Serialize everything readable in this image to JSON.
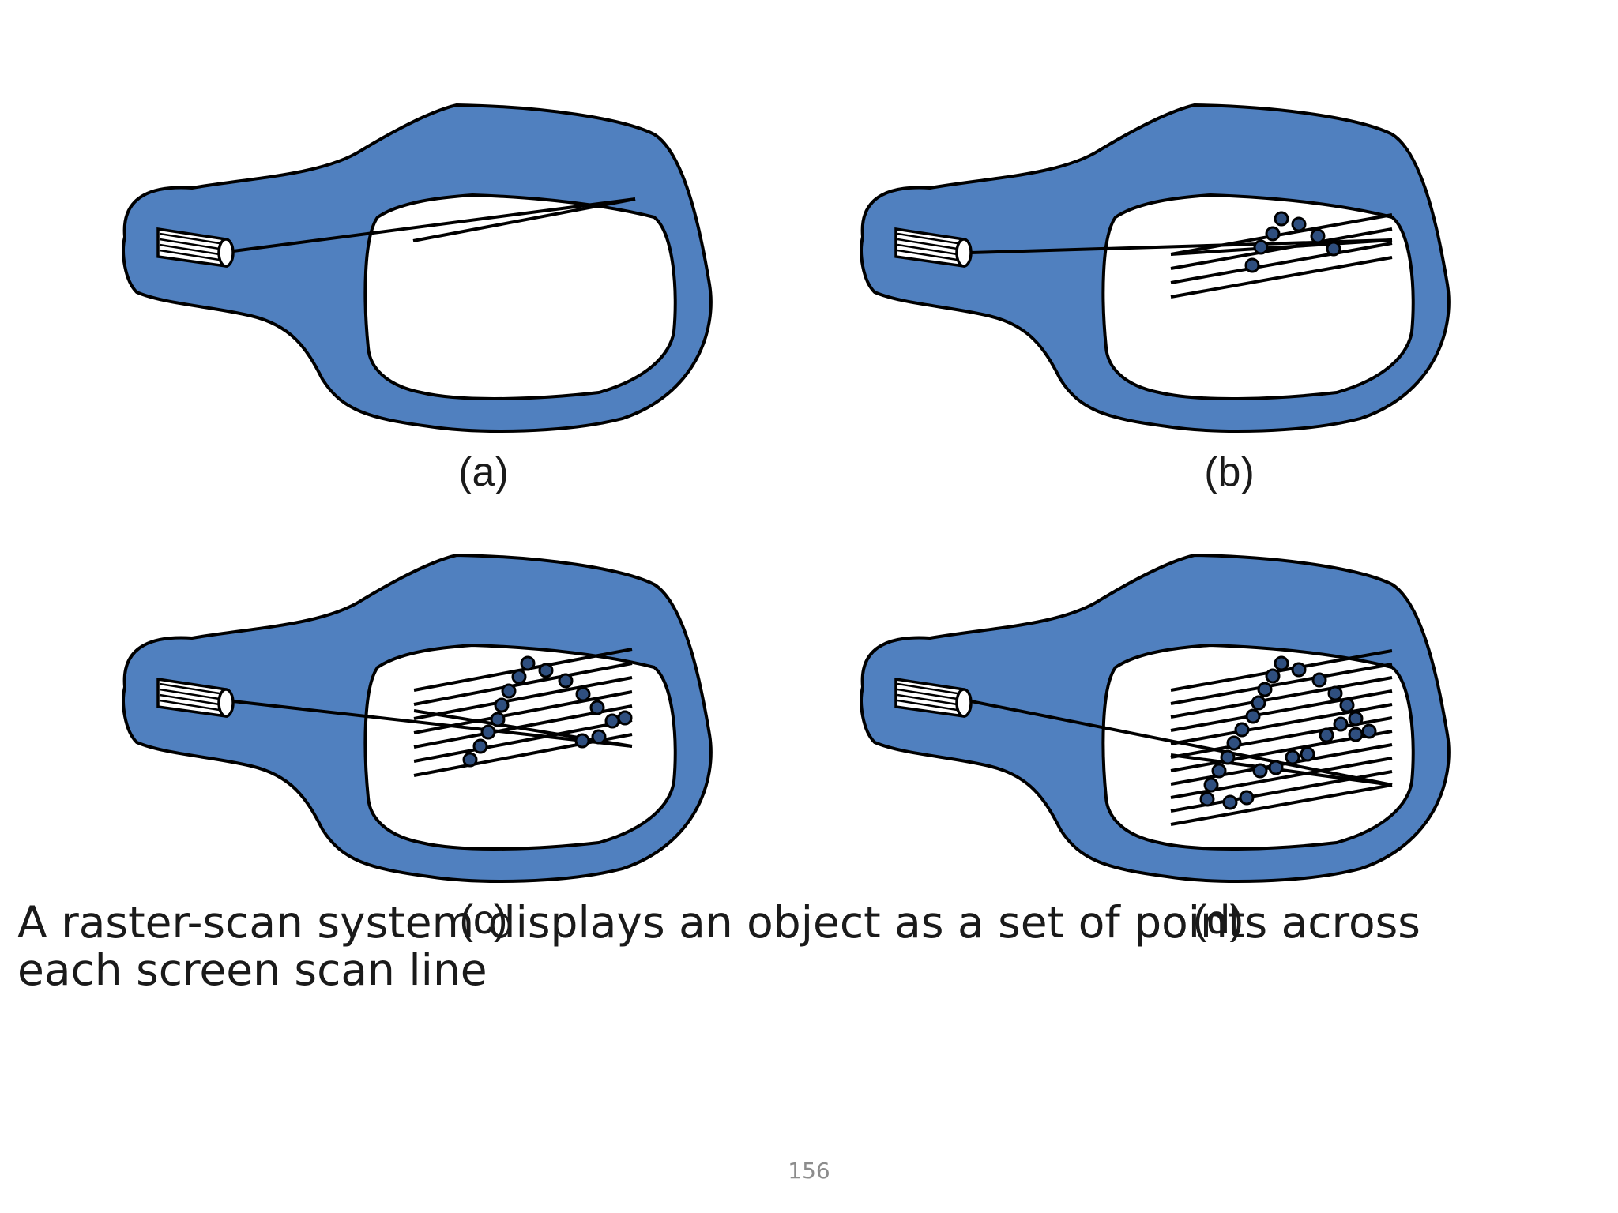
{
  "colors": {
    "tube_fill": "#5080BF",
    "dot_fill": "#2F4F7F",
    "outline": "#000000",
    "screen_fill": "#FFFFFF"
  },
  "panels": [
    {
      "id": "a",
      "label": "(a)"
    },
    {
      "id": "b",
      "label": "(b)"
    },
    {
      "id": "c",
      "label": "(c)"
    },
    {
      "id": "d",
      "label": "(d)"
    }
  ],
  "caption": {
    "line1": "A raster-scan system displays an object as a set of points across",
    "line2": "each screen scan line"
  },
  "page_number": "156"
}
